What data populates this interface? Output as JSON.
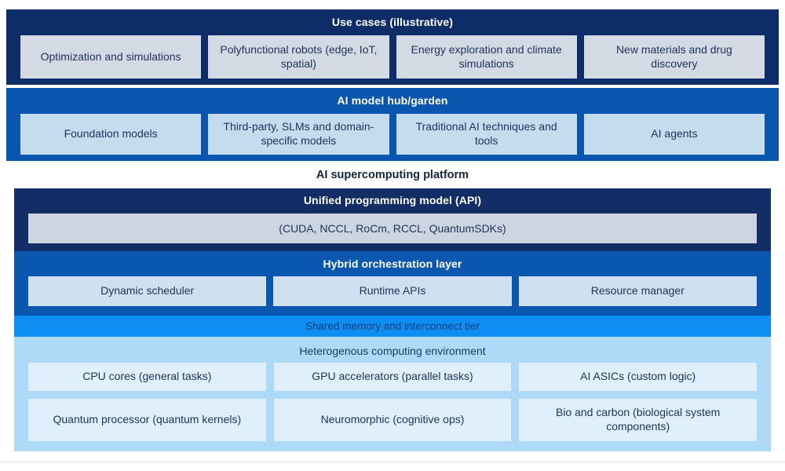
{
  "colors": {
    "navy": "#0e2c68",
    "blue": "#0a55ad",
    "bright_blue": "#0e8ef2",
    "sky_band": "#aedaf8",
    "gray_cell": "#d3dae3",
    "light_blue_cell": "#c5dbee",
    "pale_cell": "#dff0fc"
  },
  "use_cases": {
    "title": "Use cases (illustrative)",
    "items": [
      "Optimization and simulations",
      "Polyfunctional robots (edge, IoT, spatial)",
      "Energy exploration and climate simulations",
      "New materials and drug discovery"
    ]
  },
  "model_hub": {
    "title": "AI model hub/garden",
    "items": [
      "Foundation models",
      "Third-party, SLMs and domain-specific models",
      "Traditional AI techniques and tools",
      "AI agents"
    ]
  },
  "platform": {
    "title": "AI supercomputing platform",
    "api": {
      "title": "Unified programming model (API)",
      "box": "(CUDA, NCCL, RoCm, RCCL, QuantumSDKs)"
    },
    "orchestration": {
      "title": "Hybrid orchestration layer",
      "items": [
        "Dynamic scheduler",
        "Runtime APIs",
        "Resource manager"
      ]
    },
    "interconnect": {
      "title": "Shared memory and interconnect tier"
    },
    "hetero": {
      "title": "Heterogenous computing environment",
      "items": [
        "CPU cores (general tasks)",
        "GPU accelerators (parallel tasks)",
        "AI ASICs (custom logic)",
        "Quantum processor (quantum kernels)",
        "Neuromorphic (cognitive ops)",
        "Bio and carbon (biological system components)"
      ]
    }
  }
}
